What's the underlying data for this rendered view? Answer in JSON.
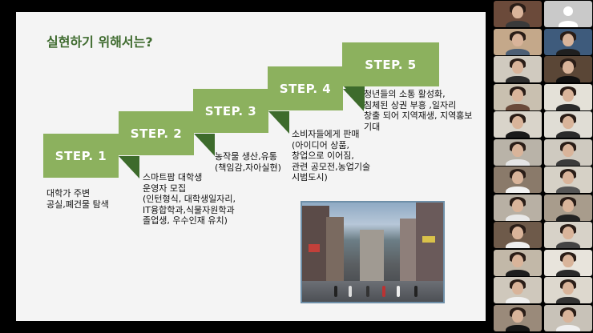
{
  "slide": {
    "title": "실현하기 위해서는?",
    "steps": [
      {
        "label": "STEP. 1",
        "desc": [
          "대학가 주변",
          "공실,폐건물 탐색"
        ]
      },
      {
        "label": "STEP. 2",
        "desc": [
          "스마트팜 대학생",
          "운영자 모집",
          "(인턴형식, 대학생일자리,",
          "IT융합학과,식물자원학과",
          "졸업생, 우수인재 유치)"
        ]
      },
      {
        "label": "STEP. 3",
        "desc": [
          "농작물 생산,유통",
          "(책임감,자아실현)"
        ]
      },
      {
        "label": "STEP. 4",
        "desc": [
          "소비자들에게 판매",
          "(아이디어 상품,",
          "창업으로 이어짐,",
          " 관련 공모전,농업기술",
          "시범도시)"
        ]
      },
      {
        "label": "STEP. 5",
        "desc": [
          "청년들의 소통 활성화,",
          "침체된 상권 부흥 ,일자리",
          "창출 되어 지역재생, 지역홍보",
          "기대"
        ]
      }
    ],
    "colors": {
      "step": "#8cb15e",
      "fold": "#3d6b2c",
      "title": "#3f6b2f"
    }
  },
  "participants": [
    {
      "bg": "#6b4a3a",
      "shirt": "#3a3a3a"
    },
    {
      "avatar": true
    },
    {
      "bg": "#c4a88a",
      "shirt": "#4d5f75"
    },
    {
      "bg": "#3e5b7c",
      "shirt": "#1f1f1f"
    },
    {
      "bg": "#d0cabf",
      "shirt": "#2d2d2d"
    },
    {
      "bg": "#5a4636",
      "shirt": "#111"
    },
    {
      "bg": "#c9c0b0",
      "shirt": "#6a4a3a"
    },
    {
      "bg": "#e4e1d8",
      "shirt": "#2a2a2a"
    },
    {
      "bg": "#d9d4ca",
      "shirt": "#1a1a1a"
    },
    {
      "bg": "#e0ddd5",
      "shirt": "#2b2b2b"
    },
    {
      "bg": "#b9b3a8",
      "shirt": "#e5e5e5"
    },
    {
      "bg": "#cfcac0",
      "shirt": "#3b3b3b"
    },
    {
      "bg": "#8a7a6a",
      "shirt": "#f2f2f2"
    },
    {
      "bg": "#d6d1c6",
      "shirt": "#555"
    },
    {
      "bg": "#b8b0a4",
      "shirt": "#e8e8e8"
    },
    {
      "bg": "#a89c8c",
      "shirt": "#222"
    },
    {
      "bg": "#6e5a4a",
      "shirt": "#efefef"
    },
    {
      "bg": "#d7d2c8",
      "shirt": "#444"
    },
    {
      "bg": "#c2b8a8",
      "shirt": "#1e1e1e"
    },
    {
      "bg": "#e8e4dc",
      "shirt": "#2a2a2a"
    },
    {
      "bg": "#cfc8bc",
      "shirt": "#f0f0f0"
    },
    {
      "bg": "#ddd8ce",
      "shirt": "#333"
    },
    {
      "bg": "#9a8a7a",
      "shirt": "#161616"
    },
    {
      "bg": "#c8c2b8",
      "shirt": "#efefef"
    }
  ]
}
